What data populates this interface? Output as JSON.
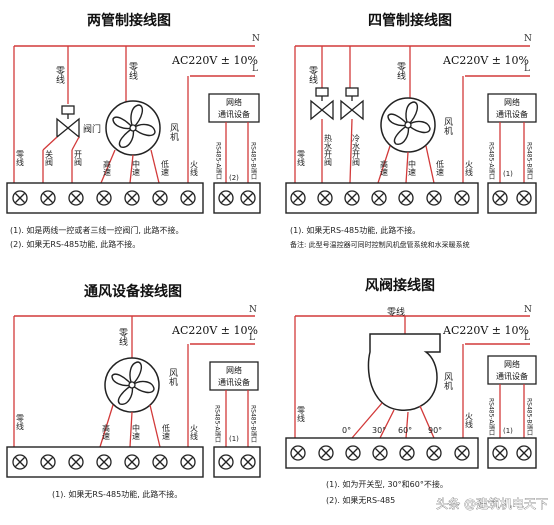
{
  "wiring": {
    "d1": {
      "title": "两管制接线图",
      "supply": "AC220V ± 10%",
      "n": "N",
      "l": "L",
      "neutral_top": "零线",
      "neutral_fan": "零线",
      "valve": "阀门",
      "fan": "风机",
      "module": [
        "网络",
        "通讯设备"
      ],
      "terminals": [
        "零线",
        "关阀",
        "开阀",
        "高速",
        "中速",
        "低速",
        "火线"
      ],
      "rs": [
        "RS485-A端口",
        "RS485-B端口"
      ],
      "note_mark": "(2)",
      "notes": [
        "(1). 如是两线一控或者三线一控阀门, 此路不接。",
        "(2). 如果无RS-485功能, 此路不接。"
      ]
    },
    "d2": {
      "title": "四管制接线图",
      "supply": "AC220V ± 10%",
      "n": "N",
      "l": "L",
      "neutral_top": "零线",
      "neutral_fan": "零线",
      "fan": "风机",
      "module": [
        "网络",
        "通讯设备"
      ],
      "terminals": [
        "零线",
        "热水开阀",
        "冷水开阀",
        "高速",
        "中速",
        "低速",
        "火线"
      ],
      "rs": [
        "RS485-A端口",
        "RS485-B端口"
      ],
      "note_mark": "(1)",
      "notes": [
        "(1). 如果无RS-485功能, 此路不接。",
        "备注: 此型号温控器可同时控制风机盘管系统和水采暖系统"
      ]
    },
    "d3": {
      "title": "通风设备接线图",
      "supply": "AC220V ± 10%",
      "n": "N",
      "l": "L",
      "neutral_fan": "零线",
      "fan": "风机",
      "module": [
        "网络",
        "通讯设备"
      ],
      "terminals": [
        "零线",
        "高速",
        "中速",
        "低速",
        "火线"
      ],
      "rs": [
        "RS485-A端口",
        "RS485-B端口"
      ],
      "note_mark": "(1)",
      "notes": [
        "(1). 如果无RS-485功能, 此路不接。"
      ]
    },
    "d4": {
      "title": "风阀接线图",
      "supply": "AC220V ± 10%",
      "n": "N",
      "l": "L",
      "neutral_fan": "零线",
      "fan": "风机",
      "module": [
        "网络",
        "通讯设备"
      ],
      "terminals": [
        "零线",
        "0°",
        "30°",
        "60°",
        "90°",
        "火线"
      ],
      "rs": [
        "RS485-A端口",
        "RS485-B端口"
      ],
      "note_mark": "(1)",
      "notes": [
        "(1). 如为开关型, 30°和60°不接。",
        "(2). 如果无RS-485"
      ]
    }
  },
  "watermark": "头条 @建筑机电天下",
  "colors": {
    "wire": "#d23a3a",
    "frame": "#222222",
    "terminal_fill": "#ffffff"
  }
}
